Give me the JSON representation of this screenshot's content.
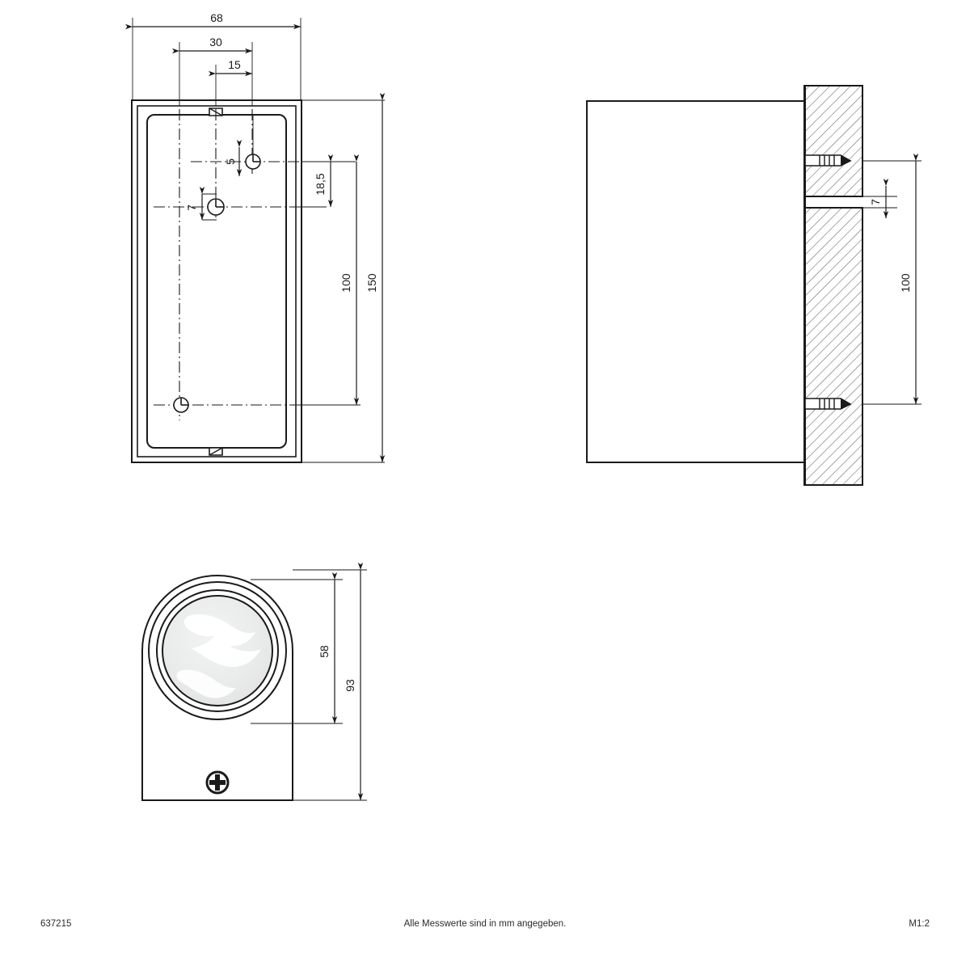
{
  "drawing": {
    "part_number": "637215",
    "note": "Alle Messwerte sind in mm angegeben.",
    "scale": "M1:2",
    "units": "mm"
  },
  "views": {
    "front": {
      "name": "front-view",
      "dimensions": {
        "width_overall": "68",
        "hole_spacing_outer": "30",
        "hole_spacing_inner": "15",
        "keyhole_top_offset": "5",
        "keyhole_mid_offset": "7",
        "offset_to_first_hole": "18,5",
        "hole_center_distance": "100",
        "height_overall": "150"
      }
    },
    "side": {
      "name": "side-section-view",
      "dimensions": {
        "gap": "7",
        "screw_spacing": "100"
      }
    },
    "bottom": {
      "name": "bottom-view",
      "dimensions": {
        "lens_diameter": "58",
        "body_height": "93"
      }
    }
  },
  "colors": {
    "line": "#1a1a1a",
    "hatch": "#555555",
    "lens_fill": "#e9eaea",
    "lens_highlight": "#ffffff",
    "footer": "#2b2b2b"
  }
}
